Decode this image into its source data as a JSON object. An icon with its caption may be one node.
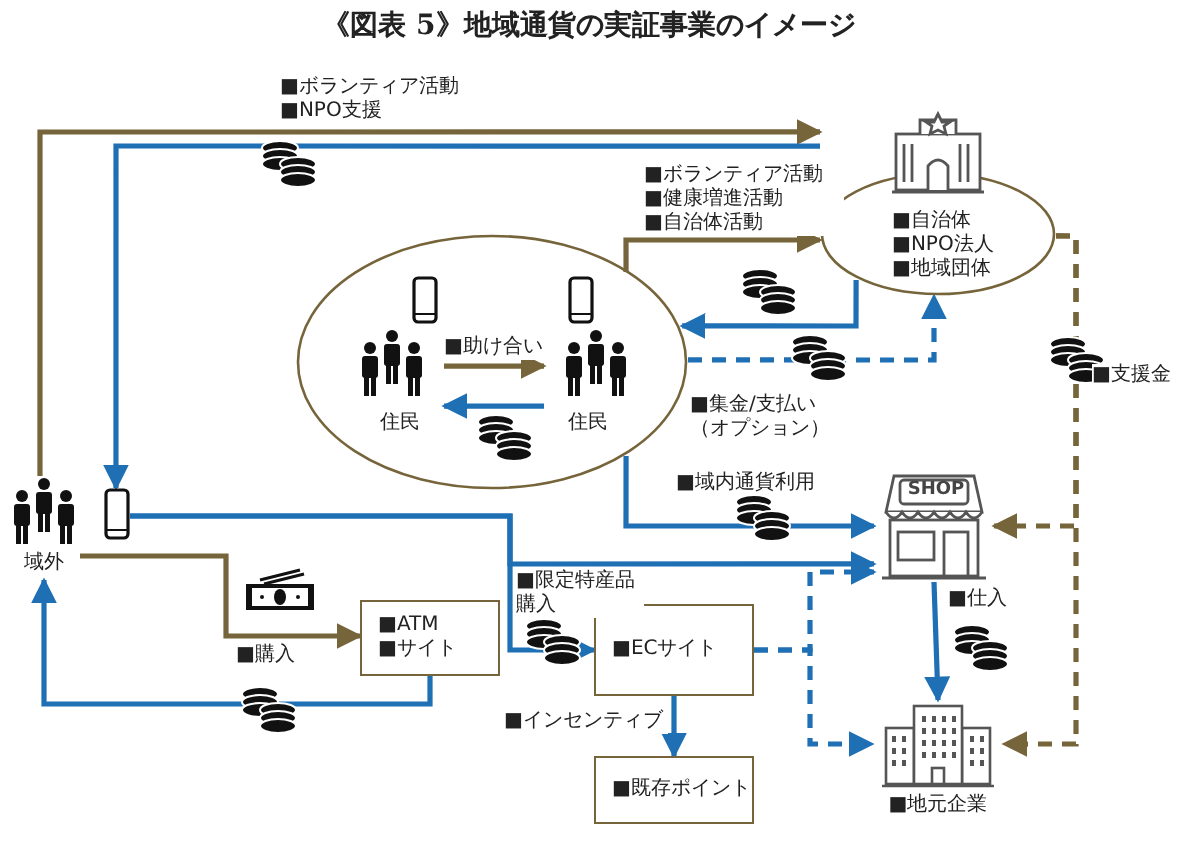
{
  "diagram": {
    "title": "《図表 5》地域通貨の実証事業のイメージ",
    "nodes": [
      {
        "text": [
          "域外"
        ]
      },
      {
        "text": [],
        "shape": "phone"
      },
      {
        "text": [],
        "shape": "ellipse"
      },
      {
        "text": [
          "住民"
        ],
        "in": 2
      },
      {
        "text": [
          "住民"
        ],
        "in": 2
      },
      {
        "text": [
          "■自治体",
          "■NPO法人",
          "■地域団体"
        ]
      },
      {
        "text": [
          "SHOP"
        ]
      },
      {
        "text": [
          "■ATM",
          "■サイト"
        ]
      },
      {
        "text": [
          "■ECサイト"
        ]
      },
      {
        "text": [
          "■既存ポイント"
        ]
      },
      {
        "text": [
          "■地元企業"
        ]
      }
    ],
    "edges": [
      {
        "from": 0,
        "to": 5,
        "arrow": "to",
        "color": "#76643a",
        "label": "■ボランティア活動 ■NPO支援"
      },
      {
        "from": 5,
        "to": 1,
        "arrow": "to"
      },
      {
        "from": 2,
        "to": 5,
        "arrow": "to",
        "color": "#76643a",
        "label": "■ボランティア活動 ■健康増進活動 ■自治体活動"
      },
      {
        "from": 5,
        "to": 2,
        "arrow": "to"
      },
      {
        "from": 2,
        "to": 5,
        "arrow": "to",
        "style": "dashed",
        "label": "■集金/支払い（オプション）"
      },
      {
        "from": 3,
        "to": 4,
        "arrow": "to",
        "color": "#76643a",
        "label": "■助け合い"
      },
      {
        "from": 4,
        "to": 3,
        "arrow": "to"
      },
      {
        "from": 5,
        "to": 6,
        "arrow": "to",
        "style": "dashed",
        "color": "#76643a"
      },
      {
        "from": 5,
        "to": 10,
        "arrow": "to",
        "style": "dashed",
        "color": "#76643a",
        "label": "■支援金"
      },
      {
        "from": 2,
        "to": 6,
        "arrow": "to",
        "label": "■域内通貨利用"
      },
      {
        "from": 1,
        "to": 6,
        "arrow": "to"
      },
      {
        "from": 1,
        "to": 8,
        "arrow": "to",
        "label": "■限定特産品購入"
      },
      {
        "from": 0,
        "to": 7,
        "arrow": "to",
        "color": "#76643a",
        "label": "■購入"
      },
      {
        "from": 7,
        "to": 0,
        "arrow": "to"
      },
      {
        "from": 8,
        "to": 6,
        "arrow": "to",
        "style": "dashed"
      },
      {
        "from": 8,
        "to": 10,
        "arrow": "to",
        "style": "dashed"
      },
      {
        "from": 8,
        "to": 9,
        "arrow": "to",
        "label": "■インセンティブ"
      },
      {
        "from": 6,
        "to": 10,
        "arrow": "to",
        "label": "■仕入"
      }
    ]
  }
}
